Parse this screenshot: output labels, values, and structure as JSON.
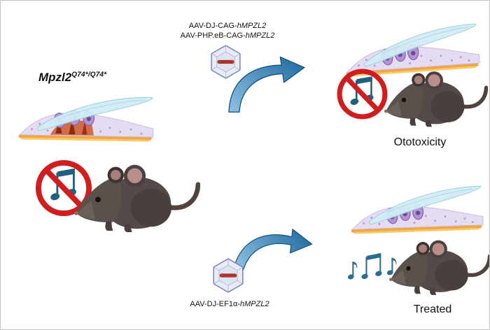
{
  "mutant": {
    "gene": "Mpzl2",
    "allele": "Q74*/Q74*"
  },
  "top_route": {
    "vector_line1": {
      "prefix": "AAV-DJ-CAG-",
      "gene": "hMPZL2"
    },
    "vector_line2": {
      "prefix": "AAV-PHP.eB-CAG-",
      "gene": "hMPZL2"
    },
    "outcome": "Ototoxicity"
  },
  "bottom_route": {
    "vector": {
      "prefix": "AAV-DJ-EF1α-",
      "gene": "hMPZL2"
    },
    "outcome": "Treated"
  },
  "icons": {
    "no_sound": "crossed-out-music-notes-prohibition",
    "music_notes": "blue-eighth-notes",
    "aav_capsid": "hexagonal-aav-capsid-with-red-transgene",
    "curved_arrow": "blue-swoosh-arrow",
    "cochlea": "organ-of-corti-cross-section",
    "mouse": "dark-mouse-side-view"
  },
  "colors": {
    "prohibition_red": "#d01e1e",
    "note_blue": "#1f607f",
    "arrow_blue_light": "#8ec2e2",
    "arrow_blue_dark": "#1e699f",
    "capsid_outline": "#7a88ba",
    "transgene_red": "#bb3a2b",
    "membrane_blue": "#d2ecf4",
    "cell_purple": "#b493d8",
    "damaged_cell_red": "#cf4f1d",
    "basilar_orange": "#f3a63c",
    "mouse_fur": "#544a47"
  }
}
